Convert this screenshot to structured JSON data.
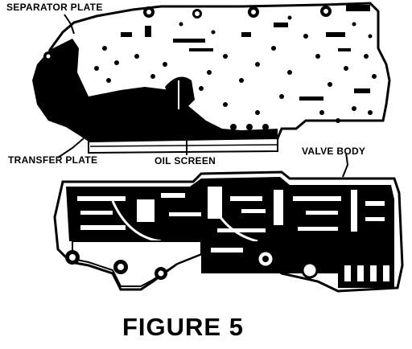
{
  "labels": {
    "separator_plate": "SEPARATOR PLATE",
    "transfer_plate": "TRANSFER PLATE",
    "oil_screen": "OIL SCREEN",
    "valve_body": "VALVE BODY"
  },
  "caption": "FIGURE 5",
  "colors": {
    "ink": "#000000",
    "paper": "#ffffff"
  }
}
